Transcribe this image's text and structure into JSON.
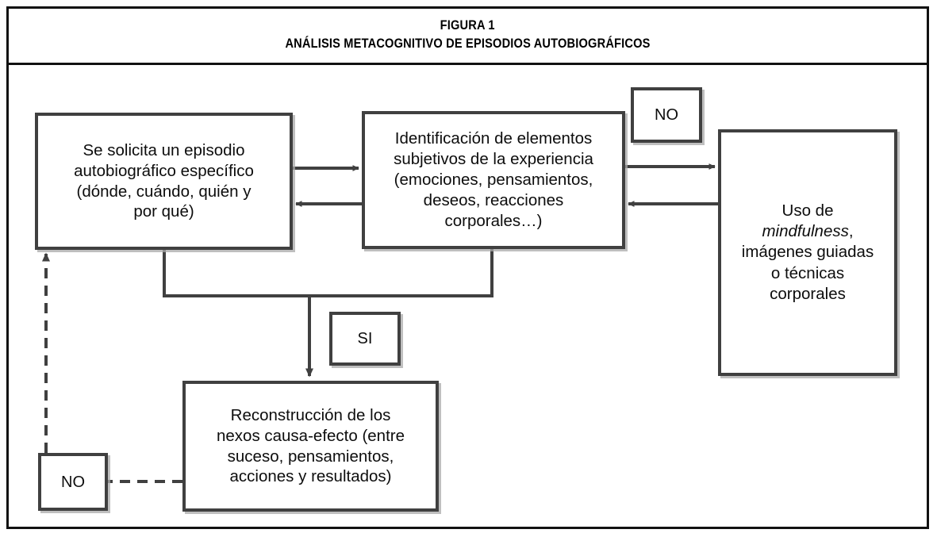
{
  "figure": {
    "title_line1": "FIGURA 1",
    "title_line2": "ANÁLISIS METACOGNITIVO DE EPISODIOS AUTOBIOGRÁFICOS",
    "frame_color": "#111111",
    "node_border_color": "#404040",
    "node_fill": "#ffffff",
    "connector_color": "#404040"
  },
  "chart_data": {
    "type": "diagram",
    "title": "ANÁLISIS METACOGNITIVO DE EPISODIOS AUTOBIOGRÁFICOS",
    "nodes": [
      {
        "id": "episodio",
        "label": "Se solicita un episodio\nautobiográfico específico\n(dónde, cuándo, quién y\npor qué)"
      },
      {
        "id": "identif",
        "label": "Identificación de elementos\nsubjetivos de la experiencia\n(emociones, pensamientos,\ndeseos, reacciones\ncorporales…)"
      },
      {
        "id": "no_top",
        "label": "NO"
      },
      {
        "id": "mindfulness",
        "label": "Uso de mindfulness, imágenes guiadas o técnicas corporales"
      },
      {
        "id": "si",
        "label": "SI"
      },
      {
        "id": "reconstr",
        "label": "Reconstrucción de los\nnexos causa-efecto (entre\nsuceso, pensamientos,\nacciones y resultados)"
      },
      {
        "id": "no_bottom",
        "label": "NO"
      }
    ],
    "edges": [
      {
        "from": "episodio",
        "to": "identif",
        "style": "solid",
        "direction": "right"
      },
      {
        "from": "identif",
        "to": "episodio",
        "style": "solid",
        "direction": "left"
      },
      {
        "from": "identif",
        "to": "mindfulness",
        "style": "solid",
        "direction": "right",
        "label": "NO"
      },
      {
        "from": "mindfulness",
        "to": "identif",
        "style": "solid",
        "direction": "left"
      },
      {
        "from": "episodio+identif",
        "to": "reconstr",
        "style": "solid",
        "direction": "down",
        "label": "SI"
      },
      {
        "from": "reconstr",
        "to": "no_bottom",
        "style": "dashed",
        "direction": "left"
      },
      {
        "from": "no_bottom",
        "to": "episodio",
        "style": "dashed",
        "direction": "up",
        "label": "NO"
      }
    ]
  },
  "nodes": {
    "episodio": {
      "label": "Se solicita un episodio\nautobiográfico específico\n(dónde, cuándo, quién y\npor qué)"
    },
    "identif": {
      "label": "Identificación de elementos\nsubjetivos de la experiencia\n(emociones, pensamientos,\ndeseos, reacciones\ncorporales…)"
    },
    "no_top": {
      "label": "NO"
    },
    "mindfulness": {
      "line1": "Uso de ",
      "line2_italic": "mindfulness",
      "line2_tail": ",",
      "line3": "imágenes guiadas",
      "line4": "o técnicas",
      "line5": "corporales"
    },
    "si": {
      "label": "SI"
    },
    "reconstr": {
      "label": "Reconstrucción de los\nnexos causa-efecto (entre\nsuceso, pensamientos,\nacciones y resultados)"
    },
    "no_bottom": {
      "label": "NO"
    }
  }
}
